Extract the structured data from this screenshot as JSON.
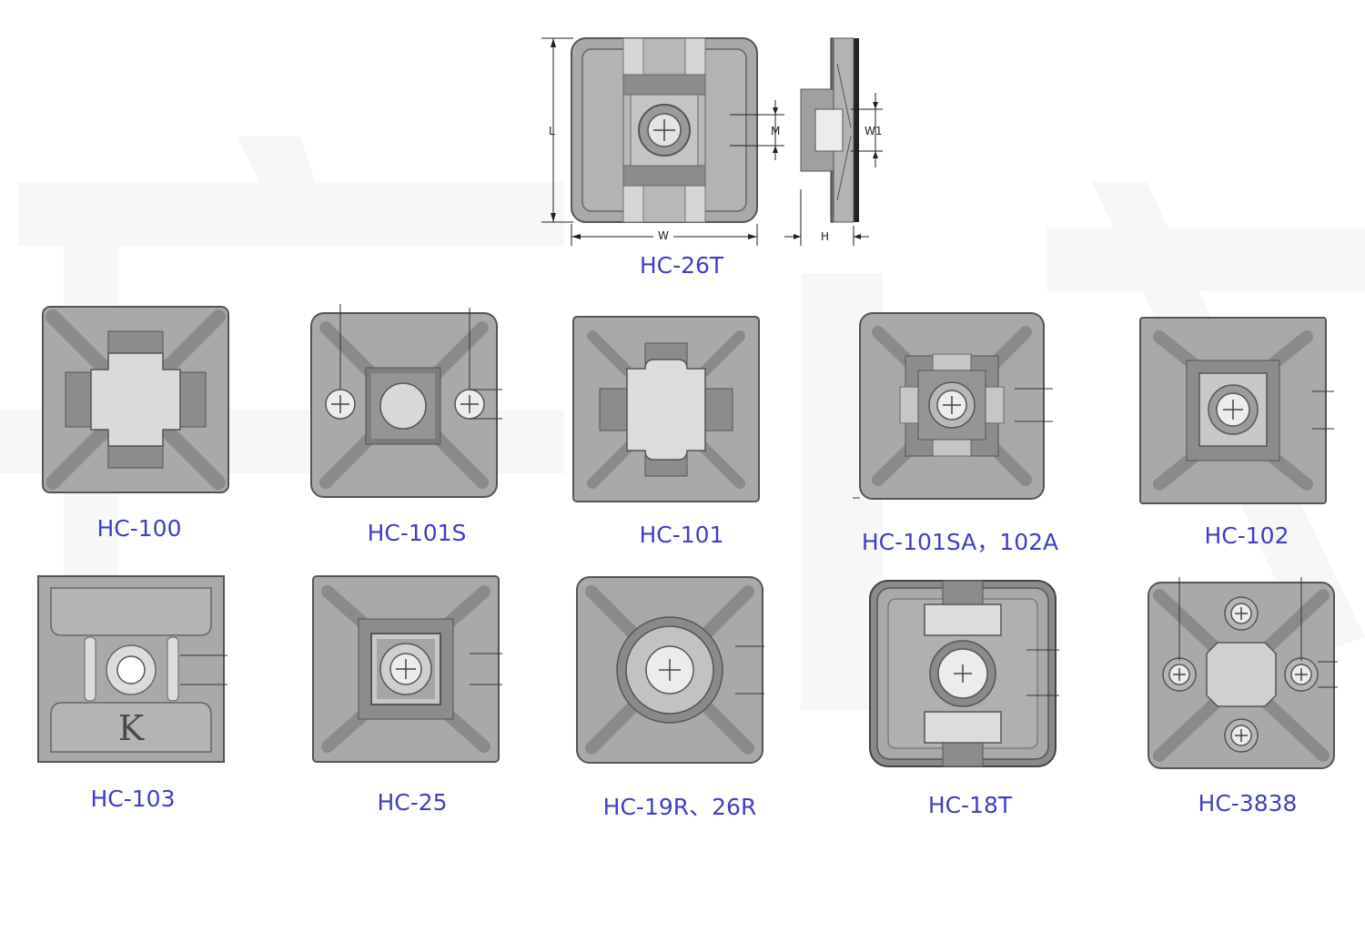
{
  "title_part": {
    "label": "HC-26T",
    "dims": {
      "length": "L",
      "width": "W",
      "mount": "M",
      "slot": "W1",
      "height": "H"
    }
  },
  "row1": [
    {
      "label": "HC-100"
    },
    {
      "label": "HC-101S"
    },
    {
      "label": "HC-101"
    },
    {
      "label": "HC-101SA，102A"
    },
    {
      "label": "HC-102"
    }
  ],
  "row2": [
    {
      "label": "HC-103",
      "mark": "K"
    },
    {
      "label": "HC-25"
    },
    {
      "label": "HC-19R、26R"
    },
    {
      "label": "HC-18T"
    },
    {
      "label": "HC-3838"
    }
  ],
  "colors": {
    "label": "#3f3fc4",
    "body": "#a9a9a9",
    "dark": "#808080",
    "light": "#dcdcdc",
    "outline": "#555555"
  }
}
